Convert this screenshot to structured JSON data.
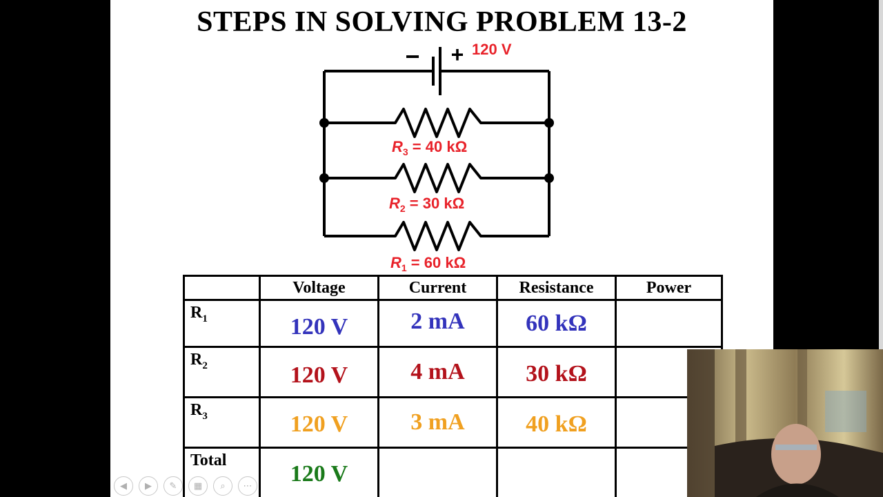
{
  "slide": {
    "title": "STEPS IN SOLVING PROBLEM 13-2",
    "circuit": {
      "battery_voltage": "120 V",
      "minus_sign": "−",
      "plus_sign": "+",
      "r3_label": "R",
      "r3_sub": "3",
      "r3_value": " = 40 kΩ",
      "r2_label": "R",
      "r2_sub": "2",
      "r2_value": " = 30 kΩ",
      "r1_label": "R",
      "r1_sub": "1",
      "r1_value": " = 60 kΩ"
    },
    "table": {
      "headers": [
        "",
        "Voltage",
        "Current",
        "Resistance",
        "Power"
      ],
      "rows": [
        {
          "label": "R",
          "sub": "1",
          "voltage": "120 V",
          "current": "2 mA",
          "resistance": "60 kΩ",
          "power": ""
        },
        {
          "label": "R",
          "sub": "2",
          "voltage": "120 V",
          "current": "4 mA",
          "resistance": "30 kΩ",
          "power": ""
        },
        {
          "label": "R",
          "sub": "3",
          "voltage": "120 V",
          "current": "3 mA",
          "resistance": "40 kΩ",
          "power": ""
        },
        {
          "label": "Total",
          "sub": "",
          "voltage": "120 V",
          "current": "",
          "resistance": "",
          "power": ""
        }
      ]
    }
  },
  "toolbar": {
    "icons": [
      "prev-icon",
      "next-icon",
      "pen-icon",
      "slides-icon",
      "zoom-icon",
      "more-icon"
    ],
    "glyphs": [
      "◀",
      "▶",
      "✎",
      "▦",
      "⌕",
      "⋯"
    ]
  },
  "colors": {
    "r1": "#3333bb",
    "r2": "#b3121b",
    "r3": "#f0a020",
    "total": "#1a7a1a",
    "circuit_label": "#e8222a"
  }
}
